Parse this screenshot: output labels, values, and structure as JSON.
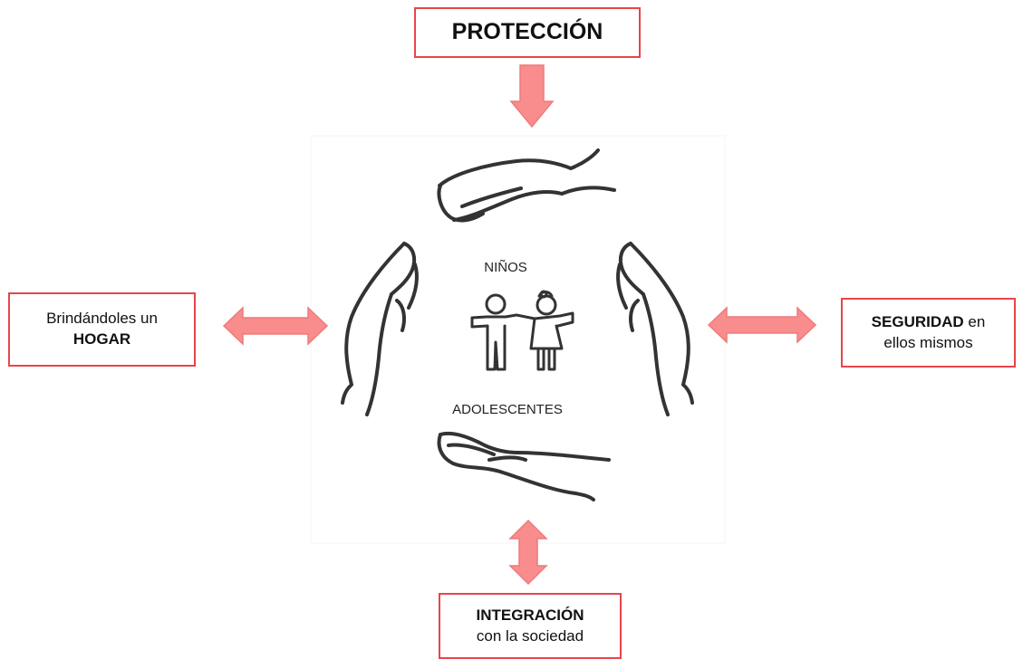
{
  "boxes": {
    "top": {
      "text": "PROTECCIÓN"
    },
    "left": {
      "line1": "Brindándoles un",
      "line2_bold": "HOGAR"
    },
    "right": {
      "line1_bold": "SEGURIDAD",
      "line1_rest": " en",
      "line2": "ellos mismos"
    },
    "bottom": {
      "line1_bold": "INTEGRACIÓN",
      "line2": "con la sociedad"
    }
  },
  "center": {
    "top_label": "NIÑOS",
    "bottom_label": "ADOLESCENTES"
  },
  "colors": {
    "arrow_fill": "#f98c8c",
    "arrow_stroke": "#f07a7a",
    "box_border": "#e8454a",
    "line_art": "#333333"
  },
  "icons": [
    "hand-top-icon",
    "hand-left-icon",
    "hand-right-icon",
    "hand-bottom-icon",
    "children-icon"
  ]
}
